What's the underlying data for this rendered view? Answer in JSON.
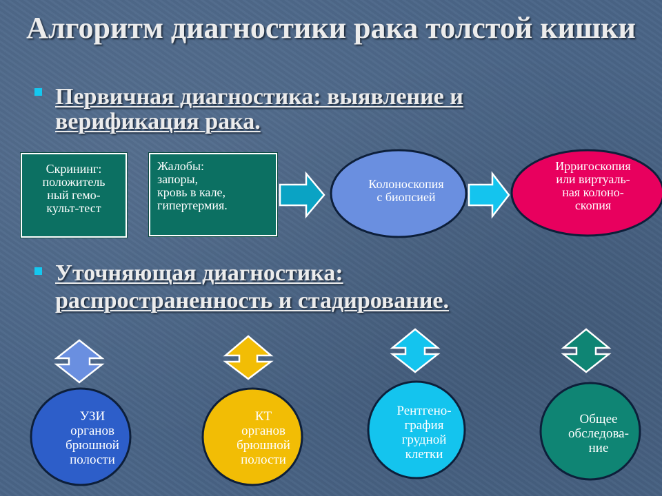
{
  "title": "Алгоритм диагностики рака толстой кишки",
  "primary": {
    "heading_line1": "Первичная диагностика: выявление и",
    "heading_line2": "верификация рака.",
    "screening": [
      "Скрининг:",
      "положитель",
      "ный гемо-",
      "культ-тест"
    ],
    "complaints": [
      "Жалобы:",
      "запоры,",
      "кровь в кале,",
      "гипертермия."
    ],
    "colonoscopy": [
      "Колоноскопия",
      "с биопсией"
    ],
    "irrigoscopy": [
      "Ирригоскопия",
      "или виртуаль-",
      "ная колоно-",
      "скопия"
    ]
  },
  "secondary": {
    "heading_line1": "Уточняющая диагностика:",
    "heading_line2": "распространенность и стадирование.",
    "usi": [
      "УЗИ",
      "органов",
      "брюшной",
      "полости"
    ],
    "ct": [
      "КТ",
      "органов",
      "брюшной",
      "полости"
    ],
    "xray": [
      "Рентгено-",
      "графия",
      "грудной",
      "клетки"
    ],
    "general": [
      "Общее",
      "обследова-",
      "ние"
    ]
  },
  "colors": {
    "teal_box": "#0c7062",
    "blue_oval": "#6a8fe0",
    "pink_oval": "#e8005e",
    "usi": "#2d5ec9",
    "ct": "#f2bd05",
    "xray": "#14c4ee",
    "general": "#0f8574",
    "arrow_usi": "#6a8fe0",
    "arrow_ct": "#f2bd05",
    "arrow_xray": "#14c4ee",
    "arrow_general": "#0f8574",
    "arrow_right": "#0aa3c4"
  }
}
